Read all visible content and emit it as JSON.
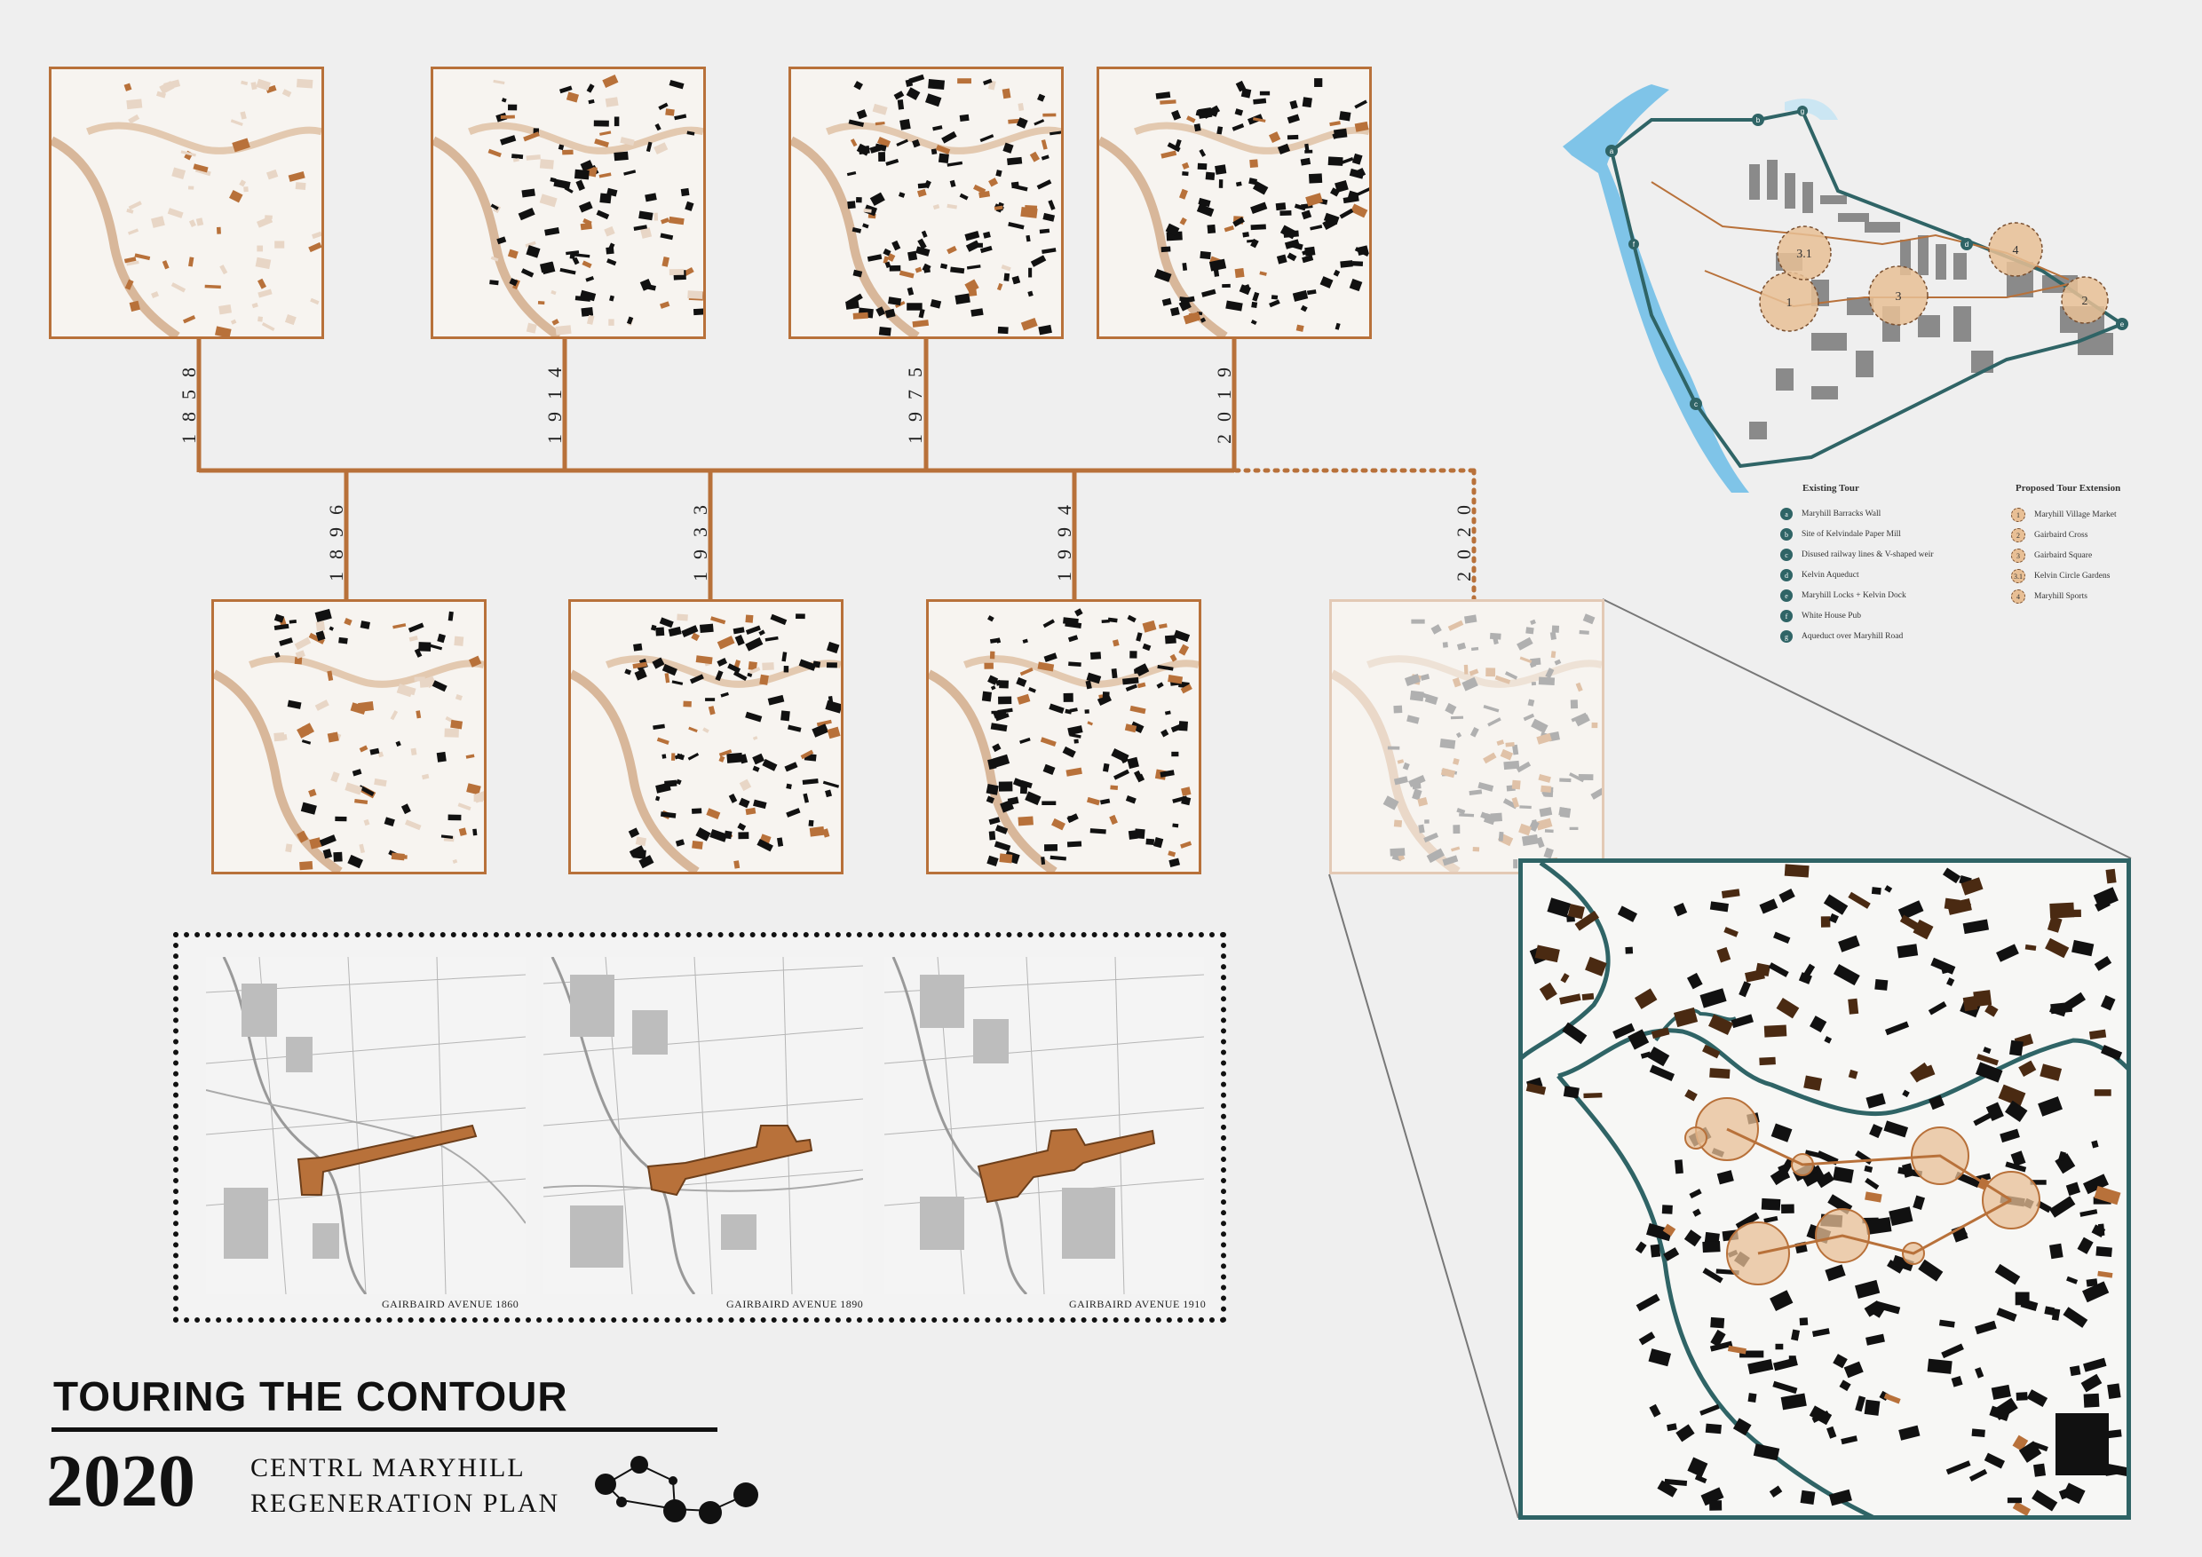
{
  "timeline": {
    "top_years": [
      "1858",
      "1914",
      "1975",
      "2019"
    ],
    "bottom_years": [
      "1896",
      "1933",
      "1994",
      "2020"
    ]
  },
  "historic_strip": {
    "captions": [
      "GAIRBAIRD AVENUE 1860",
      "GAIRBAIRD AVENUE 1890",
      "GAIRBAIRD AVENUE 1910"
    ]
  },
  "legend": {
    "existing_title": "Existing Tour",
    "proposed_title": "Proposed Tour Extension",
    "existing": [
      {
        "key": "a",
        "label": "Maryhill Barracks Wall"
      },
      {
        "key": "b",
        "label": "Site of Kelvindale Paper Mill"
      },
      {
        "key": "c",
        "label": "Disused railway lines & V-shaped weir"
      },
      {
        "key": "d",
        "label": "Kelvin Aqueduct"
      },
      {
        "key": "e",
        "label": "Maryhill Locks + Kelvin Dock"
      },
      {
        "key": "f",
        "label": "White House Pub"
      },
      {
        "key": "g",
        "label": "Aqueduct over Maryhill Road"
      }
    ],
    "proposed": [
      {
        "key": "1",
        "label": "Maryhill Village Market"
      },
      {
        "key": "2",
        "label": "Gairbaird Cross"
      },
      {
        "key": "3",
        "label": "Gairbaird Square"
      },
      {
        "key": "3.1",
        "label": "Kelvin Circle Gardens"
      },
      {
        "key": "4",
        "label": "Maryhill Sports"
      }
    ]
  },
  "tour_map": {
    "nodes": [
      "a",
      "b",
      "c",
      "d",
      "e",
      "f",
      "g"
    ],
    "extensions": [
      "1",
      "2",
      "3",
      "3.1",
      "4"
    ]
  },
  "title": {
    "main": "TOURING THE CONTOUR",
    "year": "2020",
    "sub_line1": "CENTRL MARYHILL",
    "sub_line2": "REGENERATION PLAN"
  },
  "colors": {
    "accent": "#b8713a",
    "teal": "#2f6466",
    "water": "#7fc4e8",
    "building": "#111111"
  }
}
